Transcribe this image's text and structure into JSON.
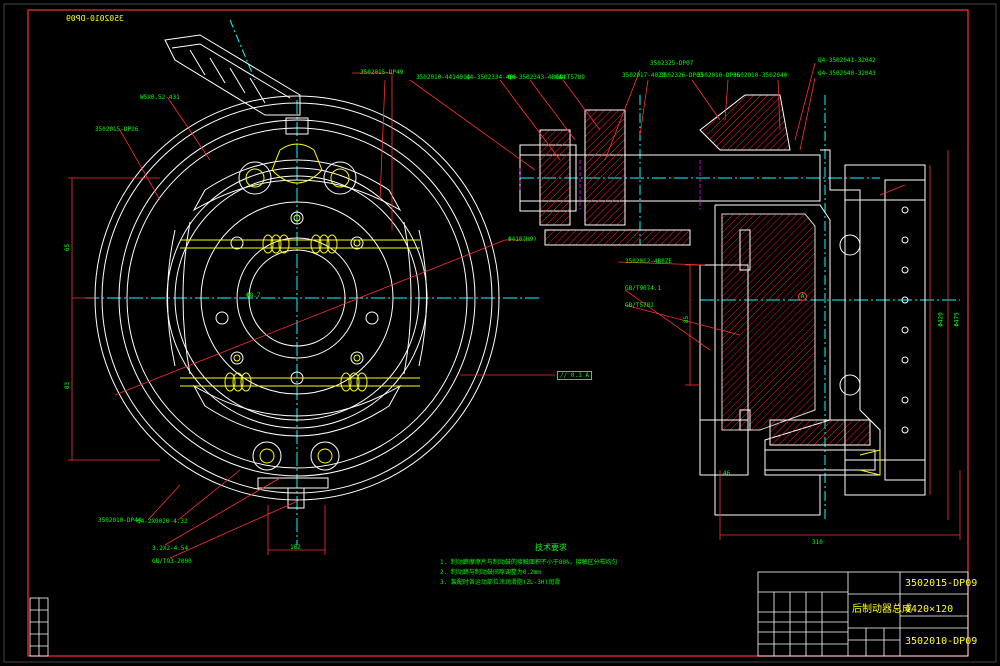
{
  "colors": {
    "background": "#000000",
    "outline": "#ffffff",
    "centerline": "#00ffff",
    "dimension": "#ff0000",
    "leader": "#ff0000",
    "label": "#00ff00",
    "hatch": "#ff0000",
    "spring": "#ffff00",
    "hidden": "#ff00ff"
  },
  "drawing": {
    "mirrored_code": "3502010-DP09",
    "notes_title": "技术要求",
    "notes": [
      "1. 制动蹄摩擦片与制动鼓的接触面积不小于80%，接触区分布均匀",
      "2. 制动蹄与制动鼓间隙调整为0.2mm",
      "3. 装配时各运动部位涂润滑脂(ZL-3H)润滑"
    ]
  },
  "left_view": {
    "callouts": [
      "W5X0.52-431",
      "3502015-DP26",
      "3502010-DP44",
      "Q4-2X0020-4.32",
      "3.2X2-4.54",
      "GB/T93-2000"
    ],
    "dims": [
      "Φ410(H9)",
      "65",
      "83",
      "Φ8.7",
      "182"
    ],
    "tolerance_box": [
      "//",
      "0.1",
      "A"
    ]
  },
  "right_view": {
    "callouts": [
      "3502015-DP49",
      "3502010-4414014",
      "Q4-3502334-4B6",
      "Q4-3502343-4B0A4",
      "GB/T5789",
      "3502325-DP07",
      "3502017-4023",
      "3502326-DP03",
      "3502010-DP96",
      "3502010-3502040",
      "Q4-3502041-32042",
      "Q4-3502040-32043",
      "3502012-4B0ZE",
      "GB/T9074.1",
      "GB/T5782"
    ],
    "dims": [
      "Φ420",
      "Φ475",
      "85",
      "310",
      "46"
    ],
    "datum": "A"
  },
  "title_block": {
    "drawing_code": "3502015-DP09",
    "title": "后制动器总成",
    "spec": "Φ420×120",
    "drawing_code_2": "3502010-DP09"
  }
}
